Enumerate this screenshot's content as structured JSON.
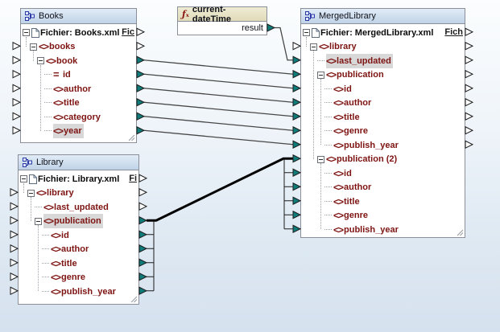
{
  "colors": {
    "connector_teal": "#0f7c7a",
    "node_maroon": "#7d1412",
    "header_blue_top": "#e2ecf7",
    "header_blue_bottom": "#bfd3e7",
    "function_beige": "#e8e4c6",
    "highlight_gray": "#d8d8d8",
    "canvas_bottom_blue": "#d5e1ee"
  },
  "components": {
    "books": {
      "title": "Books",
      "file": {
        "label": "Fichier: Books.xml",
        "button": "Fic"
      },
      "nodes": [
        {
          "label": "books"
        },
        {
          "label": "book"
        },
        {
          "label": "id"
        },
        {
          "label": "author"
        },
        {
          "label": "title"
        },
        {
          "label": "category"
        },
        {
          "label": "year"
        }
      ]
    },
    "fn": {
      "title": "current-dateTime",
      "output": "result"
    },
    "library": {
      "title": "Library",
      "file": {
        "label": "Fichier: Library.xml",
        "button": "Fi"
      },
      "nodes": [
        {
          "label": "library"
        },
        {
          "label": "last_updated"
        },
        {
          "label": "publication"
        },
        {
          "label": "id"
        },
        {
          "label": "author"
        },
        {
          "label": "title"
        },
        {
          "label": "genre"
        },
        {
          "label": "publish_year"
        }
      ]
    },
    "merged": {
      "title": "MergedLibrary",
      "file": {
        "label": "Fichier: MergedLibrary.xml",
        "button": "Fich"
      },
      "nodes": [
        {
          "label": "library"
        },
        {
          "label": "last_updated"
        },
        {
          "label": "publication"
        },
        {
          "label": "id"
        },
        {
          "label": "author"
        },
        {
          "label": "title"
        },
        {
          "label": "genre"
        },
        {
          "label": "publish_year"
        },
        {
          "label": "publication (2)"
        },
        {
          "label": "id"
        },
        {
          "label": "author"
        },
        {
          "label": "title"
        },
        {
          "label": "genre"
        },
        {
          "label": "publish_year"
        }
      ]
    }
  }
}
